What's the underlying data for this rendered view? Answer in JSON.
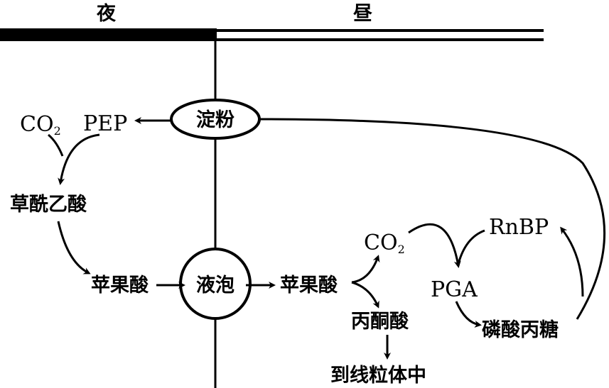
{
  "header": {
    "night": "夜",
    "day": "昼"
  },
  "nodes": {
    "starch": "淀粉",
    "co2_left": "CO",
    "co2_sub": "2",
    "pep": "PEP",
    "oxaloacetate": "草酰乙酸",
    "malate_left": "苹果酸",
    "vacuole": "液泡",
    "malate_right": "苹果酸",
    "co2_right": "CO",
    "pyruvate": "丙酮酸",
    "to_mito": "到线粒体中",
    "rubp": "RnBP",
    "pga": "PGA",
    "triose_phosphate": "磷酸丙糖"
  }
}
